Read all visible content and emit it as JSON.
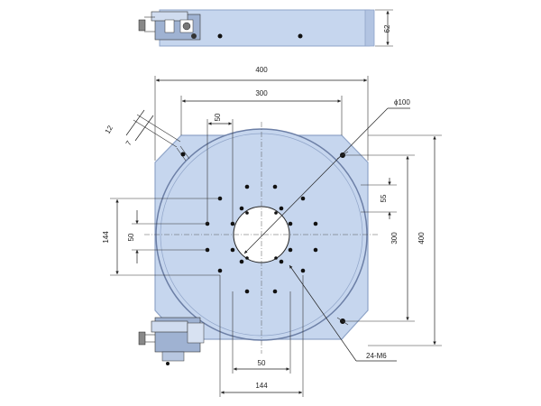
{
  "dimensions": {
    "top_width_400": "400",
    "bolt_span_300": "300",
    "hole_pitch_50_top": "50",
    "chamfer_12": "12",
    "chamfer_7": "7",
    "bore_diameter": "ϕ100",
    "offset_55": "55",
    "height_144": "144",
    "height_50": "50",
    "right_300": "300",
    "right_400": "400",
    "bottom_50": "50",
    "bottom_144": "144",
    "tapped_holes": "24-M6",
    "side_height_62": "62"
  },
  "colors": {
    "plate": "#c6d6ee",
    "plate_edge": "#8fa4c8",
    "motor": "#9fb2d2",
    "line": "#222222"
  }
}
